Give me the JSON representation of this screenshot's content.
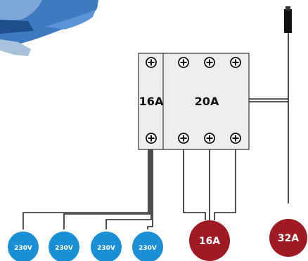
{
  "breaker_box": {
    "left_breaker_label": "16A",
    "right_breaker_label": "20A"
  },
  "sockets_230v": [
    {
      "label": "230V"
    },
    {
      "label": "230V"
    },
    {
      "label": "230V"
    },
    {
      "label": "230V"
    }
  ],
  "output_16a": {
    "label": "16A"
  },
  "supply_32a": {
    "label": "32A"
  },
  "colors": {
    "socket_blue": "#1a8fd6",
    "breaker_red": "#a01a24",
    "box_fill": "#eeeeee",
    "box_outline": "#333333"
  },
  "icons": {
    "terminal_screw": "plus-in-circle",
    "plug_connector": "black-plug-top",
    "photo_fragment": "blue-device-photo-corner"
  }
}
